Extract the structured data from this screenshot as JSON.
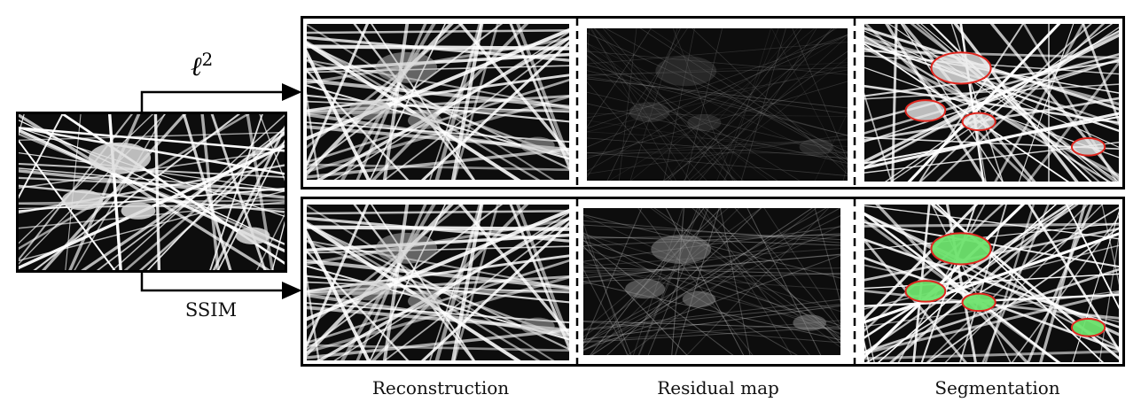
{
  "figure": {
    "top_branch_label": "ℓ2",
    "bottom_branch_label": "SSIM",
    "column_labels": [
      "Reconstruction",
      "Residual map",
      "Segmentation"
    ]
  },
  "colors": {
    "frame": "#000000",
    "fiber": "#ffffff",
    "background": "#0d0d0d",
    "contour": "#e0271f",
    "segment_fill": "#6ee36e"
  }
}
